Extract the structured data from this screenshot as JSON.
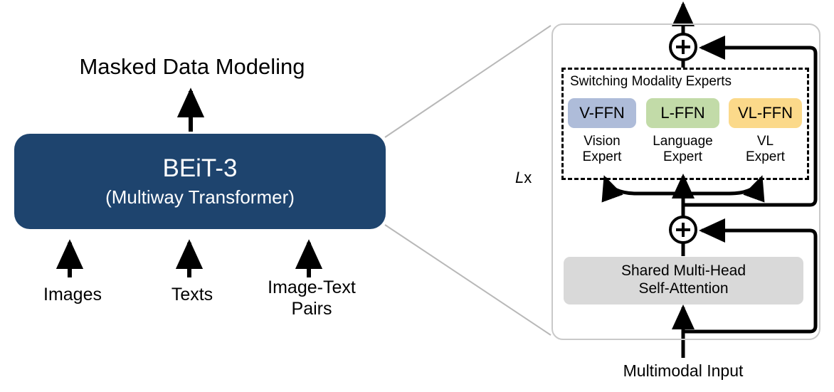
{
  "figure": {
    "title": "BEiT-3 Multiway Transformer architecture diagram",
    "background": "#ffffff"
  },
  "left": {
    "objective_label": "Masked Data Modeling",
    "model_box": {
      "title": "BEiT-3",
      "subtitle": "(Multiway Transformer)",
      "fill_color": "#1e446e",
      "text_color": "#ffffff"
    },
    "inputs": [
      {
        "label": "Images"
      },
      {
        "label": "Texts"
      },
      {
        "label": "Image-Text\nPairs"
      }
    ]
  },
  "right": {
    "repeat_label_italic": "L",
    "repeat_label_plain": "x",
    "experts_group": {
      "caption": "Switching Modality Experts",
      "border_style": "dashed",
      "experts": [
        {
          "chip": "V-FFN",
          "sub": "Vision\nExpert",
          "color": "#aebcd9"
        },
        {
          "chip": "L-FFN",
          "sub": "Language\nExpert",
          "color": "#c2dba8"
        },
        {
          "chip": "VL-FFN",
          "sub": "VL\nExpert",
          "color": "#fbd98a"
        }
      ]
    },
    "attention_block": {
      "label": "Shared Multi-Head\nSelf-Attention",
      "color": "#d9d9d9"
    },
    "add_nodes": [
      {
        "symbol": "+",
        "position": "top"
      },
      {
        "symbol": "+",
        "position": "middle"
      }
    ],
    "input_label": "Multimodal Input"
  }
}
